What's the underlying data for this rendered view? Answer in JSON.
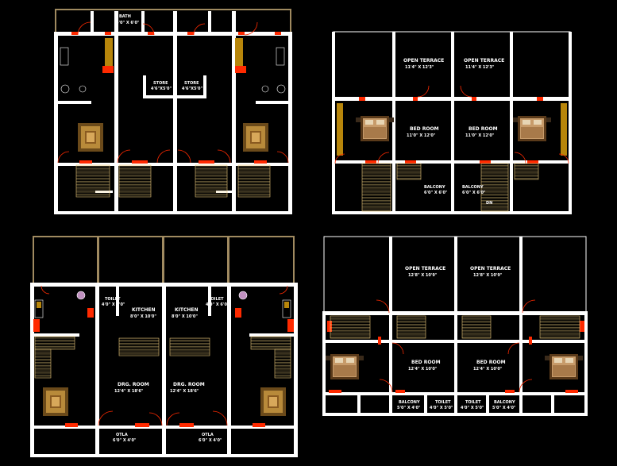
{
  "colors": {
    "background": "#000000",
    "wall": "#ffffff",
    "door": "#ff2a00",
    "furniture": "#b8860b",
    "parapet": "#a08a60",
    "stair": "#e8c77a"
  },
  "plans": {
    "top_left": {
      "labels": {
        "bath": "BATH",
        "bath_dim": "4'0\" X 6'0\"",
        "store_a": "STORE",
        "store_a_dim": "4'6\"X5'0\"",
        "store_b": "STORE",
        "store_b_dim": "4'6\"X5'0\""
      }
    },
    "top_right": {
      "labels": {
        "terrace_a": "OPEN TERRACE",
        "terrace_a_dim": "11'4\" X 12'3\"",
        "terrace_b": "OPEN TERRACE",
        "terrace_b_dim": "11'4\" X 12'3\"",
        "bed_a": "BED ROOM",
        "bed_a_dim": "11'0\" X 12'0\"",
        "bed_b": "BED ROOM",
        "bed_b_dim": "11'0\" X 12'0\"",
        "balcony_a": "BALCONY",
        "balcony_a_dim": "6'0\" X 6'0\"",
        "balcony_b": "BALCONY",
        "balcony_b_dim": "6'0\" X 6'0\"",
        "dn": "DN"
      }
    },
    "bottom_left": {
      "labels": {
        "toilet_a": "TOILET",
        "toilet_a_dim": "4'0\" X 6'0\"",
        "kitchen_a": "KITCHEN",
        "kitchen_a_dim": "8'0\" X 10'0\"",
        "kitchen_b": "KITCHEN",
        "kitchen_b_dim": "8'0\" X 10'0\"",
        "toilet_b": "TOILET",
        "toilet_b_dim": "4'0\" X 6'0\"",
        "drg_a": "DRG. ROOM",
        "drg_a_dim": "12'4\" X 18'6\"",
        "drg_b": "DRG. ROOM",
        "drg_b_dim": "12'4\" X 18'6\"",
        "otla_a": "OTLA",
        "otla_a_dim": "6'0\" X 4'0\"",
        "otla_b": "OTLA",
        "otla_b_dim": "6'0\" X 4'0\""
      }
    },
    "bottom_right": {
      "labels": {
        "terrace_a": "OPEN TERRACE",
        "terrace_a_dim": "12'8\" X 10'9\"",
        "terrace_b": "OPEN TERRACE",
        "terrace_b_dim": "12'8\" X 10'9\"",
        "bed_a": "BED ROOM",
        "bed_a_dim": "12'4\" X 10'0\"",
        "bed_b": "BED ROOM",
        "bed_b_dim": "12'4\" X 10'0\"",
        "balcony_a": "BALCONY",
        "balcony_a_dim": "5'0\" X 4'0\"",
        "toilet_a": "TOILET",
        "toilet_a_dim": "4'0\" X 5'0\"",
        "toilet_b": "TOILET",
        "toilet_b_dim": "4'0\" X 5'0\"",
        "balcony_b": "BALCONY",
        "balcony_b_dim": "5'0\" X 4'0\""
      }
    }
  }
}
